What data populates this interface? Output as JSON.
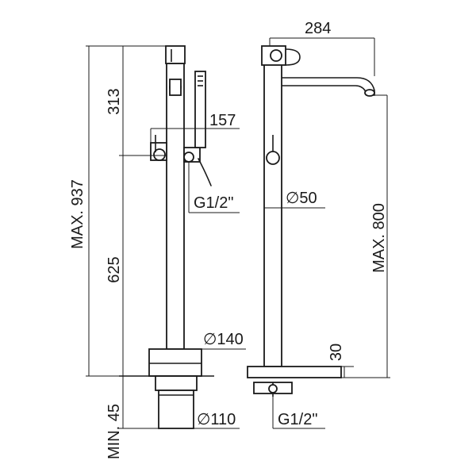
{
  "dimensions": {
    "total_height": "MAX. 937",
    "top_height": "313",
    "lower_height": "625",
    "min_depth": "MIN. 45",
    "handshower_offset": "157",
    "inlet_thread_side": "G1/2\"",
    "base_diameter": "∅140",
    "sleeve_diameter": "∅110",
    "spout_reach": "284",
    "pipe_diameter": "∅50",
    "spout_height": "MAX. 800",
    "plate_height": "30",
    "inlet_thread_front": "G1/2\""
  }
}
